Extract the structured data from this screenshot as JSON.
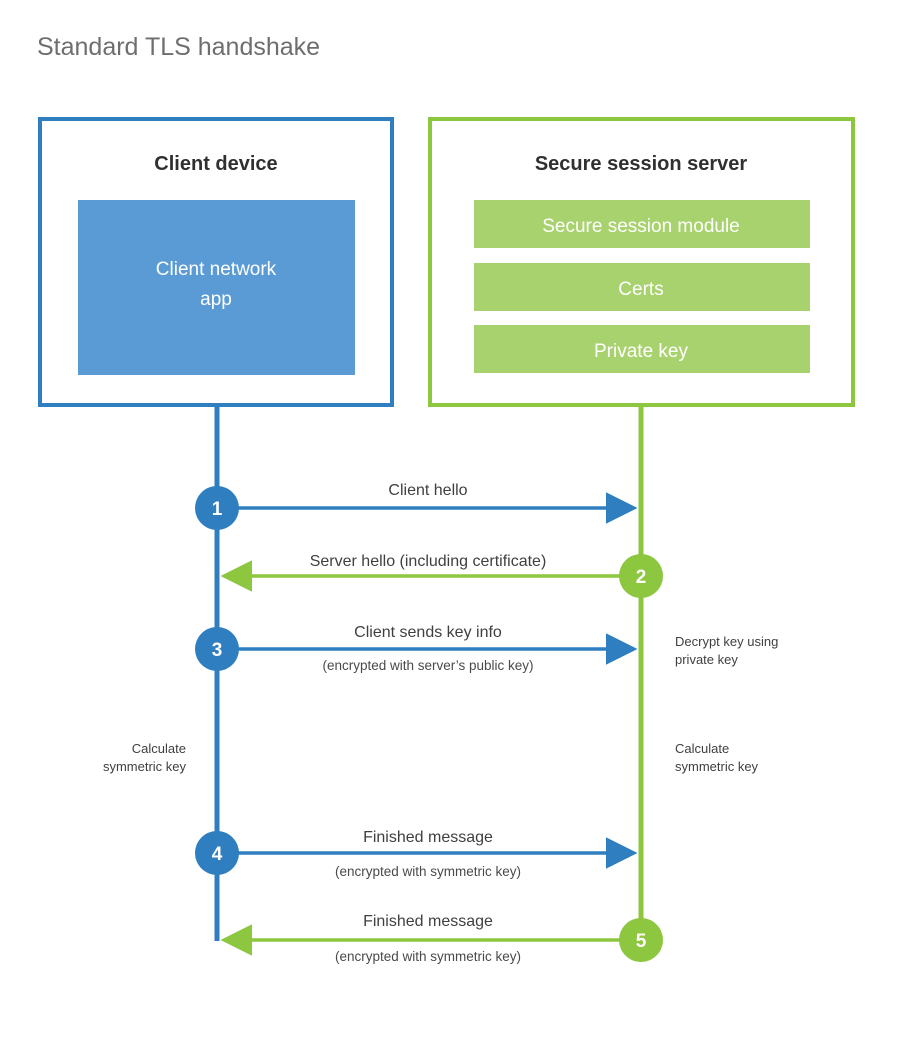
{
  "page": {
    "title": "Standard TLS handshake",
    "background": "#ffffff"
  },
  "colors": {
    "client_blue": "#2f7fc0",
    "client_app_fill": "#5b9bd5",
    "server_green": "#8dc63f",
    "server_bar_fill": "#a8d26e",
    "title_gray": "#6e6e6e",
    "label_gray": "#3f3f3f",
    "box_title_dark": "#303030",
    "white": "#ffffff"
  },
  "client_panel": {
    "title": "Client device",
    "app_label_line1": "Client network",
    "app_label_line2": "app"
  },
  "server_panel": {
    "title": "Secure session server",
    "modules": [
      {
        "label": "Secure session module"
      },
      {
        "label": "Certs"
      },
      {
        "label": "Private key"
      }
    ]
  },
  "lifelines": {
    "client_label": "client-lifeline",
    "server_label": "server-lifeline"
  },
  "steps": [
    {
      "number": "1",
      "direction": "client-to-server",
      "color": "#2f7fc0",
      "label": "Client hello",
      "sublabel": ""
    },
    {
      "number": "2",
      "direction": "server-to-client",
      "color": "#8dc63f",
      "label": "Server hello (including certificate)",
      "sublabel": ""
    },
    {
      "number": "3",
      "direction": "client-to-server",
      "color": "#2f7fc0",
      "label": "Client sends key info",
      "sublabel": "(encrypted with server’s public key)"
    },
    {
      "number": "4",
      "direction": "client-to-server",
      "color": "#2f7fc0",
      "label": "Finished message",
      "sublabel": "(encrypted with symmetric key)"
    },
    {
      "number": "5",
      "direction": "server-to-client",
      "color": "#8dc63f",
      "label": "Finished message",
      "sublabel": "(encrypted with symmetric key)"
    }
  ],
  "notes": {
    "decrypt_line1": "Decrypt key using",
    "decrypt_line2": "private key",
    "client_calc_line1": "Calculate",
    "client_calc_line2": "symmetric key",
    "server_calc_line1": "Calculate",
    "server_calc_line2": "symmetric key"
  }
}
